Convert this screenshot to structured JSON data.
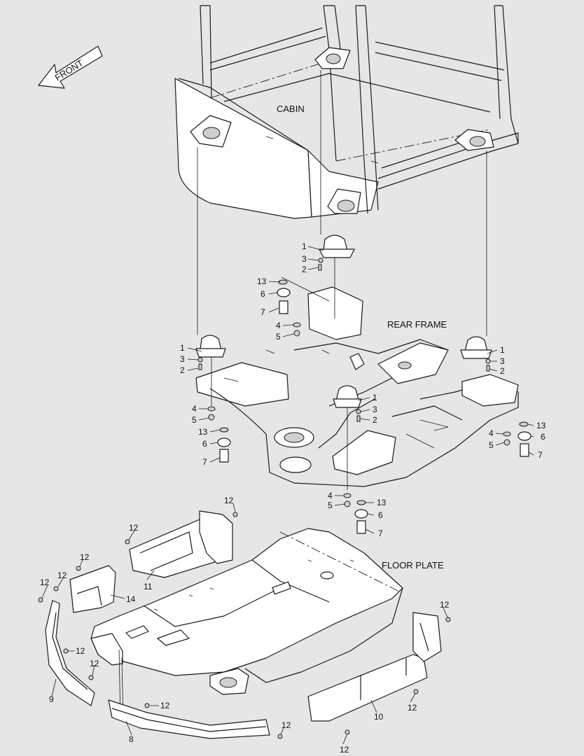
{
  "labels": {
    "front": "FRONT",
    "cabin": "CABIN",
    "rear_frame": "REAR FRAME",
    "floor_plate": "FLOOR PLATE"
  },
  "callouts": {
    "n1": "1",
    "n2": "2",
    "n3": "3",
    "n4": "4",
    "n5": "5",
    "n6": "6",
    "n7": "7",
    "n8": "8",
    "n9": "9",
    "n10": "10",
    "n11": "11",
    "n12": "12",
    "n13": "13",
    "n14": "14"
  }
}
